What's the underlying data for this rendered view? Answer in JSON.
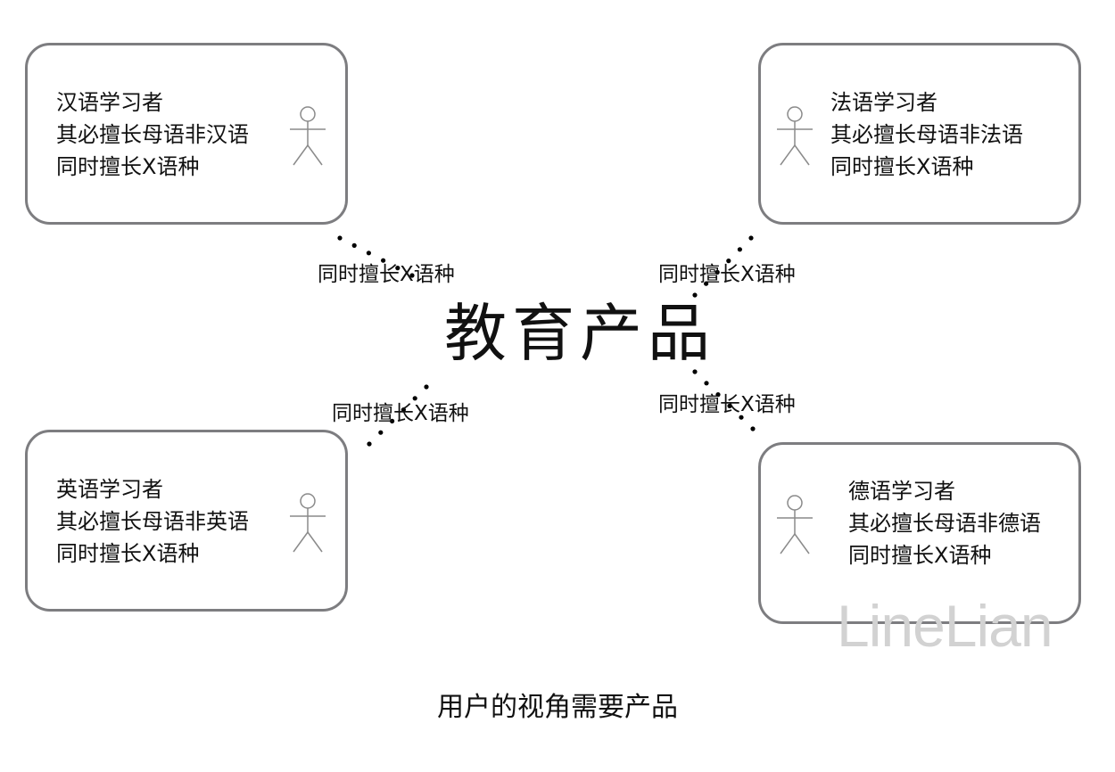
{
  "center": {
    "title": "教育产品"
  },
  "caption": "用户的视角需要产品",
  "watermark": "LineLian",
  "users": [
    {
      "id": "chinese",
      "lines": [
        "汉语学习者",
        "其必擅长母语非汉语",
        "同时擅长X语种"
      ]
    },
    {
      "id": "french",
      "lines": [
        "法语学习者",
        "其必擅长母语非法语",
        "同时擅长X语种"
      ]
    },
    {
      "id": "english",
      "lines": [
        "英语学习者",
        "其必擅长母语非英语",
        "同时擅长X语种"
      ]
    },
    {
      "id": "german",
      "lines": [
        "德语学习者",
        "其必擅长母语非德语",
        "同时擅长X语种"
      ]
    }
  ],
  "connections": [
    {
      "from": "chinese",
      "label": "同时擅长X语种"
    },
    {
      "from": "french",
      "label": "同时擅长X语种"
    },
    {
      "from": "english",
      "label": "同时擅长X语种"
    },
    {
      "from": "german",
      "label": "同时擅长X语种"
    }
  ]
}
